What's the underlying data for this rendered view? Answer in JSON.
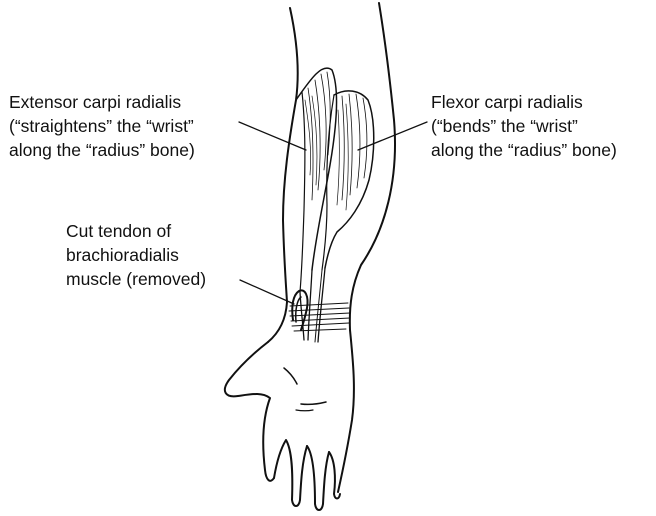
{
  "labels": {
    "extensor": {
      "line1": "Extensor carpi radialis",
      "line2": "(“straightens” the “wrist”",
      "line3": "along the “radius” bone)"
    },
    "flexor": {
      "line1": "Flexor carpi radialis",
      "line2": "(“bends” the “wrist”",
      "line3": "along the “radius” bone)"
    },
    "cut_tendon": {
      "line1": "Cut tendon of",
      "line2": "brachioradialis",
      "line3": "muscle (removed)"
    }
  },
  "colors": {
    "ink": "#111111",
    "background": "#ffffff"
  }
}
